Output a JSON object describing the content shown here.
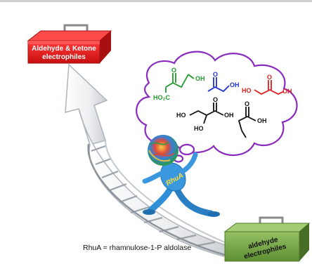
{
  "colors": {
    "red_box": "#e21b1b",
    "red_box_dark": "#a50f0f",
    "green_box": "#7aa84a",
    "green_box_dark": "#4d7a2a",
    "cloud_stroke": "#8a2bbf",
    "arrow_fill": "#f2f2f2",
    "arrow_stroke": "#b9bec4",
    "molecule_green": "#1f9a2a",
    "molecule_blue": "#1f2fd0",
    "molecule_red": "#e01b1b",
    "molecule_black": "#111111",
    "figure_blue": "#2f8fd6",
    "label_yellow": "#ffe033",
    "top_bar": "#cfcfcf"
  },
  "red_box": {
    "line1": "Aldehyde & Ketone",
    "line2": "electrophiles"
  },
  "green_box": {
    "line1": "aldehyde",
    "line2": "electrophiles"
  },
  "figure_label": "RhuA",
  "caption": "RhuA = rhamnulose-1-P aldolase",
  "molecules": {
    "m1": {
      "oh": "OH",
      "o": "O",
      "left": "HO₂C"
    },
    "m2": {
      "o": "O",
      "oh": "OH"
    },
    "m3": {
      "o": "O",
      "ho": "HO",
      "oh": "OH"
    },
    "m4": {
      "ho_left": "HO",
      "ho_bottom": "HO",
      "o": "O",
      "oh": "OH"
    },
    "m5": {
      "o": "O",
      "oh": "OH"
    }
  }
}
